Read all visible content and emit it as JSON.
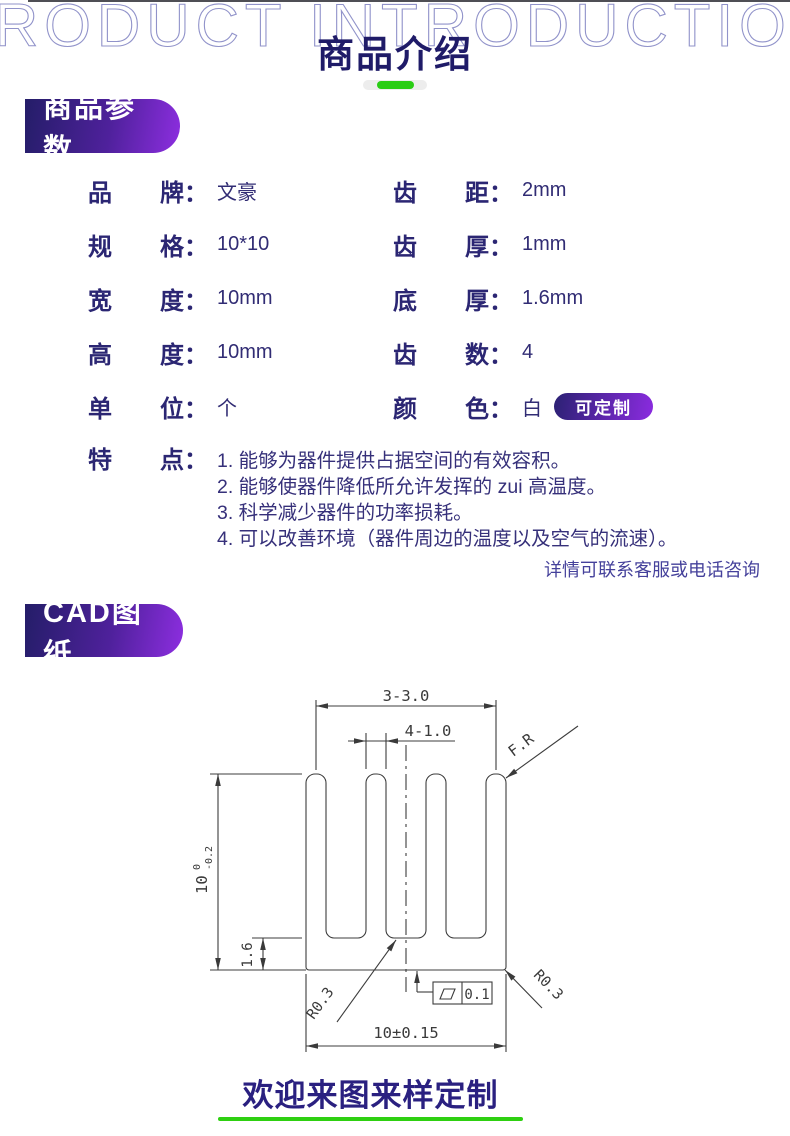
{
  "header": {
    "bg_text": "PRODUCT INTRODUCTION",
    "title": "商品介绍"
  },
  "params": {
    "badge": "商品参数",
    "colon": "：",
    "rows_left": [
      {
        "label_1": "品",
        "label_2": "牌",
        "value": "文豪"
      },
      {
        "label_1": "规",
        "label_2": "格",
        "value": "10*10"
      },
      {
        "label_1": "宽",
        "label_2": "度",
        "value": "10mm"
      },
      {
        "label_1": "高",
        "label_2": "度",
        "value": "10mm"
      },
      {
        "label_1": "单",
        "label_2": "位",
        "value": "个"
      }
    ],
    "rows_right": [
      {
        "label_1": "齿",
        "label_2": "距",
        "value": "2mm"
      },
      {
        "label_1": "齿",
        "label_2": "厚",
        "value": "1mm"
      },
      {
        "label_1": "底",
        "label_2": "厚",
        "value": "1.6mm"
      },
      {
        "label_1": "齿",
        "label_2": "数",
        "value": "4"
      },
      {
        "label_1": "颜",
        "label_2": "色",
        "value": "白",
        "badge": "可定制"
      }
    ],
    "features": {
      "label_1": "特",
      "label_2": "点",
      "lines": [
        "1. 能够为器件提供占据空间的有效容积。",
        "2. 能够使器件降低所允许发挥的 zui 高温度。",
        "3. 科学减少器件的功率损耗。",
        "4. 可以改善环境（器件周边的温度以及空气的流速）。"
      ]
    },
    "note": "详情可联系客服或电话咨询"
  },
  "cad": {
    "badge": "CAD图纸",
    "dims": {
      "pitch": "3-3.0",
      "fin": "4-1.0",
      "fillet_top": "F.R",
      "height": "10",
      "height_tol_upper": "0",
      "height_tol_lower": "-0.2",
      "base_thickness": "1.6",
      "radius_left": "R0.3",
      "radius_right": "R0.3",
      "flatness": "0.1",
      "width": "10±0.15"
    }
  },
  "footer": {
    "title": "欢迎来图来样定制"
  },
  "colors": {
    "accent_green": "#29cd14",
    "navy": "#2b2673",
    "badge_gradient_start": "#241d68",
    "badge_gradient_end": "#8d2ee0"
  }
}
